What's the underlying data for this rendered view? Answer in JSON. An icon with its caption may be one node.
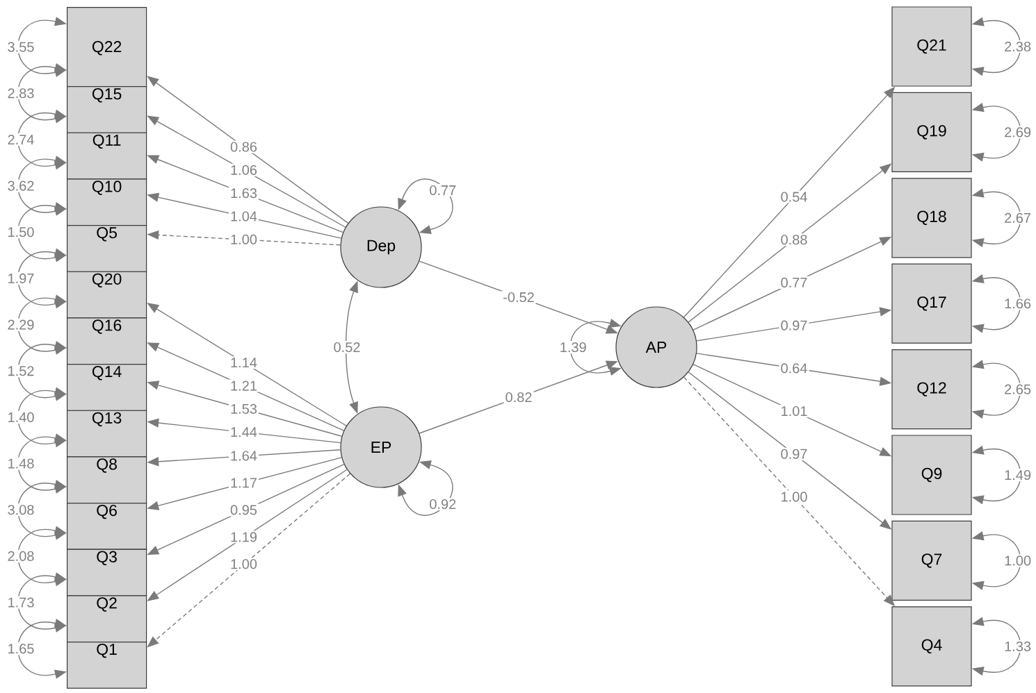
{
  "diagram": {
    "nodes": [
      {
        "text": [
          "Q22"
        ]
      },
      {
        "text": [
          "Q15"
        ]
      },
      {
        "text": [
          "Q11"
        ]
      },
      {
        "text": [
          "Q10"
        ]
      },
      {
        "text": [
          "Q5"
        ]
      },
      {
        "text": [
          "Q20"
        ]
      },
      {
        "text": [
          "Q16"
        ]
      },
      {
        "text": [
          "Q14"
        ]
      },
      {
        "text": [
          "Q13"
        ]
      },
      {
        "text": [
          "Q8"
        ]
      },
      {
        "text": [
          "Q6"
        ]
      },
      {
        "text": [
          "Q3"
        ]
      },
      {
        "text": [
          "Q2"
        ]
      },
      {
        "text": [
          "Q1"
        ]
      },
      {
        "text": [
          "Dep"
        ]
      },
      {
        "text": [
          "EP"
        ]
      },
      {
        "text": [
          "AP"
        ]
      },
      {
        "text": [
          "Q21"
        ]
      },
      {
        "text": [
          "Q19"
        ]
      },
      {
        "text": [
          "Q18"
        ]
      },
      {
        "text": [
          "Q17"
        ]
      },
      {
        "text": [
          "Q12"
        ]
      },
      {
        "text": [
          "Q9"
        ]
      },
      {
        "text": [
          "Q7"
        ]
      },
      {
        "text": [
          "Q4"
        ]
      }
    ],
    "edges": [
      {
        "from": 14,
        "to": 0,
        "arrow": "to",
        "label": "0.86"
      },
      {
        "from": 14,
        "to": 1,
        "arrow": "to",
        "label": "1.06"
      },
      {
        "from": 14,
        "to": 2,
        "arrow": "to",
        "label": "1.63"
      },
      {
        "from": 14,
        "to": 3,
        "arrow": "to",
        "label": "1.04"
      },
      {
        "from": 14,
        "to": 4,
        "arrow": "to",
        "label": "1.00",
        "style": "dashed"
      },
      {
        "from": 15,
        "to": 5,
        "arrow": "to",
        "label": "1.14"
      },
      {
        "from": 15,
        "to": 6,
        "arrow": "to",
        "label": "1.21"
      },
      {
        "from": 15,
        "to": 7,
        "arrow": "to",
        "label": "1.53"
      },
      {
        "from": 15,
        "to": 8,
        "arrow": "to",
        "label": "1.44"
      },
      {
        "from": 15,
        "to": 9,
        "arrow": "to",
        "label": "1.64"
      },
      {
        "from": 15,
        "to": 10,
        "arrow": "to",
        "label": "1.17"
      },
      {
        "from": 15,
        "to": 11,
        "arrow": "to",
        "label": "0.95"
      },
      {
        "from": 15,
        "to": 12,
        "arrow": "to",
        "label": "1.19"
      },
      {
        "from": 15,
        "to": 13,
        "arrow": "to",
        "label": "1.00",
        "style": "dashed"
      },
      {
        "from": 14,
        "to": 16,
        "arrow": "to",
        "label": "-0.52"
      },
      {
        "from": 15,
        "to": 16,
        "arrow": "to",
        "label": "0.82"
      },
      {
        "from": 14,
        "to": 15,
        "arrow": "both",
        "label": "0.52"
      },
      {
        "from": 16,
        "to": 17,
        "arrow": "to",
        "label": "0.54"
      },
      {
        "from": 16,
        "to": 18,
        "arrow": "to",
        "label": "0.88"
      },
      {
        "from": 16,
        "to": 19,
        "arrow": "to",
        "label": "0.77"
      },
      {
        "from": 16,
        "to": 20,
        "arrow": "to",
        "label": "0.97"
      },
      {
        "from": 16,
        "to": 21,
        "arrow": "to",
        "label": "0.64"
      },
      {
        "from": 16,
        "to": 22,
        "arrow": "to",
        "label": "1.01"
      },
      {
        "from": 16,
        "to": 23,
        "arrow": "to",
        "label": "0.97"
      },
      {
        "from": 16,
        "to": 24,
        "arrow": "to",
        "label": "1.00",
        "style": "dashed"
      },
      {
        "from": 0,
        "to": 0,
        "arrow": "both",
        "label": "3.55"
      },
      {
        "from": 1,
        "to": 1,
        "arrow": "both",
        "label": "2.83"
      },
      {
        "from": 2,
        "to": 2,
        "arrow": "both",
        "label": "2.74"
      },
      {
        "from": 3,
        "to": 3,
        "arrow": "both",
        "label": "3.62"
      },
      {
        "from": 4,
        "to": 4,
        "arrow": "both",
        "label": "1.50"
      },
      {
        "from": 5,
        "to": 5,
        "arrow": "both",
        "label": "1.97"
      },
      {
        "from": 6,
        "to": 6,
        "arrow": "both",
        "label": "2.29"
      },
      {
        "from": 7,
        "to": 7,
        "arrow": "both",
        "label": "1.52"
      },
      {
        "from": 8,
        "to": 8,
        "arrow": "both",
        "label": "1.40"
      },
      {
        "from": 9,
        "to": 9,
        "arrow": "both",
        "label": "1.48"
      },
      {
        "from": 10,
        "to": 10,
        "arrow": "both",
        "label": "3.08"
      },
      {
        "from": 11,
        "to": 11,
        "arrow": "both",
        "label": "2.08"
      },
      {
        "from": 12,
        "to": 12,
        "arrow": "both",
        "label": "1.73"
      },
      {
        "from": 13,
        "to": 13,
        "arrow": "both",
        "label": "1.65"
      },
      {
        "from": 14,
        "to": 14,
        "arrow": "both",
        "label": "0.77"
      },
      {
        "from": 15,
        "to": 15,
        "arrow": "both",
        "label": "0.92"
      },
      {
        "from": 16,
        "to": 16,
        "arrow": "both",
        "label": "1.39"
      },
      {
        "from": 17,
        "to": 17,
        "arrow": "both",
        "label": "2.38"
      },
      {
        "from": 18,
        "to": 18,
        "arrow": "both",
        "label": "2.69"
      },
      {
        "from": 19,
        "to": 19,
        "arrow": "both",
        "label": "2.67"
      },
      {
        "from": 20,
        "to": 20,
        "arrow": "both",
        "label": "1.66"
      },
      {
        "from": 21,
        "to": 21,
        "arrow": "both",
        "label": "2.65"
      },
      {
        "from": 22,
        "to": 22,
        "arrow": "both",
        "label": "1.49"
      },
      {
        "from": 23,
        "to": 23,
        "arrow": "both",
        "label": "1.00"
      },
      {
        "from": 24,
        "to": 24,
        "arrow": "both",
        "label": "1.33"
      }
    ]
  }
}
